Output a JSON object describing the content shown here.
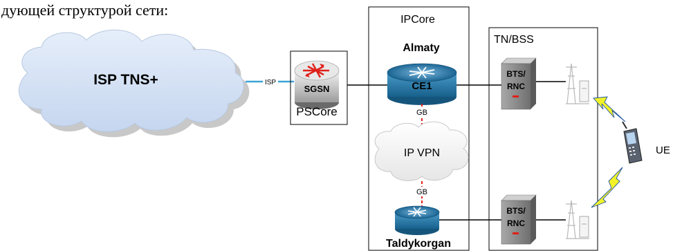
{
  "header_fragment": "дующей структурой сети:",
  "cloud": {
    "label": "ISP TNS+"
  },
  "isp_link": {
    "label": "ISP"
  },
  "pscore": {
    "box_label": "PSCore",
    "device_label": "SGSN"
  },
  "ipcore": {
    "box_label": "IPCore",
    "top_site": "Almaty",
    "top_router": "CE1",
    "link_top": "GB",
    "vpn_label": "IP VPN",
    "link_bottom": "GB",
    "bottom_site": "Taldykorgan"
  },
  "tnbss": {
    "box_label": "TN/BSS",
    "bts_top": [
      "BTS/",
      "RNC"
    ],
    "bts_bottom": [
      "BTS/",
      "RNC"
    ]
  },
  "ue": {
    "label": "UE"
  },
  "colors": {
    "router_blue": "#1f6f9e",
    "link_red": "#e0201a",
    "isp_link": "#3aa3d8",
    "bolt": "#f2f22a",
    "cloud_blue": "#d9e6f7"
  }
}
